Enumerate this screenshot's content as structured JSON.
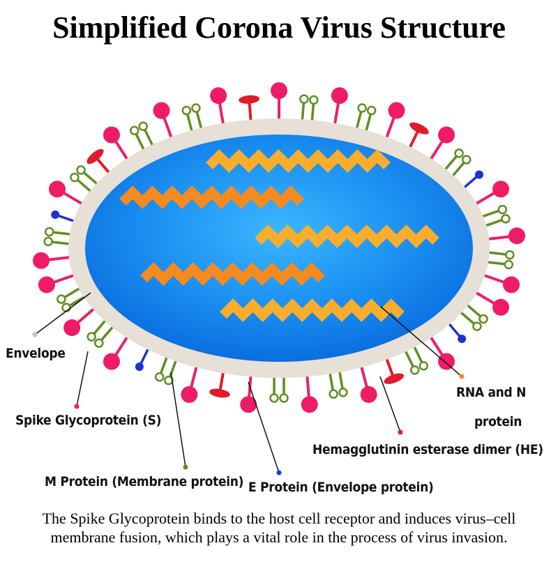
{
  "title": "Simplified Corona Virus Structure",
  "labels": {
    "envelope": "Envelope",
    "spike": "Spike Glycoprotein (S)",
    "m_protein": "M Protein (Membrane protein)",
    "e_protein": "E Protein (Envelope protein)",
    "rna_line1": "RNA and N",
    "rna_line2": "protein",
    "he": "Hemagglutinin esterase dimer (HE)"
  },
  "caption": {
    "line1": "The Spike Glycoprotein binds to the host cell receptor and induces virus–cell",
    "line2": "membrane fusion, which plays a vital role in the process of virus invasion."
  },
  "colors": {
    "envelope": "#e7e0d6",
    "core_outer": "#0a74e6",
    "core_inner": "#39b3ff",
    "rna_dark": "#f58a1f",
    "rna_light": "#f9ad2c",
    "spike": "#ec1f6a",
    "spike_head": "#ee1c64",
    "m_protein": "#5e8e22",
    "e_protein": "#1b33d4",
    "he": "#e01b2a"
  }
}
